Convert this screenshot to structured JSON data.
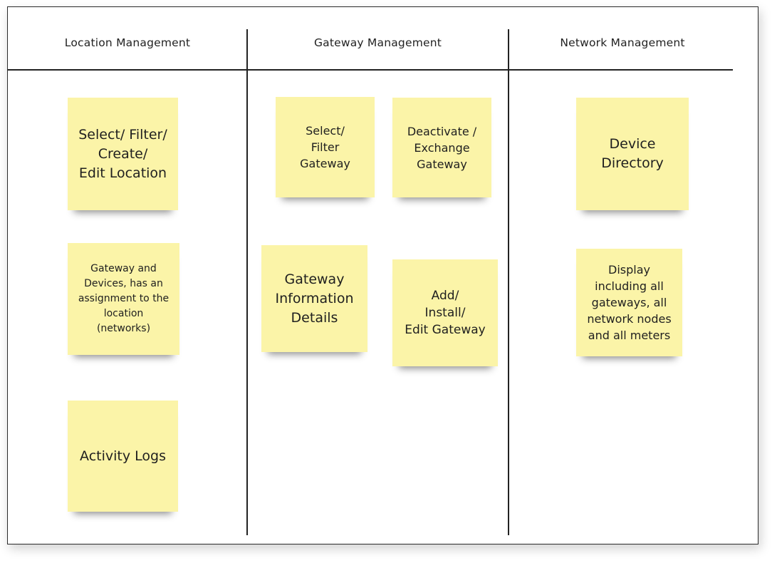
{
  "columns": [
    {
      "header": "Location Management"
    },
    {
      "header": "Gateway Management"
    },
    {
      "header": "Network Management"
    }
  ],
  "notes": {
    "select_filter_create_edit_location": "Select/ Filter/\nCreate/\nEdit Location",
    "gateway_devices_assignment": "Gateway and\nDevices, has an\nassignment to the\nlocation\n(networks)",
    "activity_logs": "Activity Logs",
    "select_filter_gateway": "Select/\nFilter\nGateway",
    "deactivate_exchange_gateway": "Deactivate /\nExchange\nGateway",
    "gateway_information_details": "Gateway\nInformation\nDetails",
    "add_install_edit_gateway": "Add/\nInstall/\nEdit Gateway",
    "device_directory": "Device\nDirectory",
    "display_all": "Display\nincluding all\ngateways, all\nnetwork nodes\nand all meters"
  },
  "colors": {
    "sticky_note": "#fbf4a8",
    "line": "#222222"
  }
}
